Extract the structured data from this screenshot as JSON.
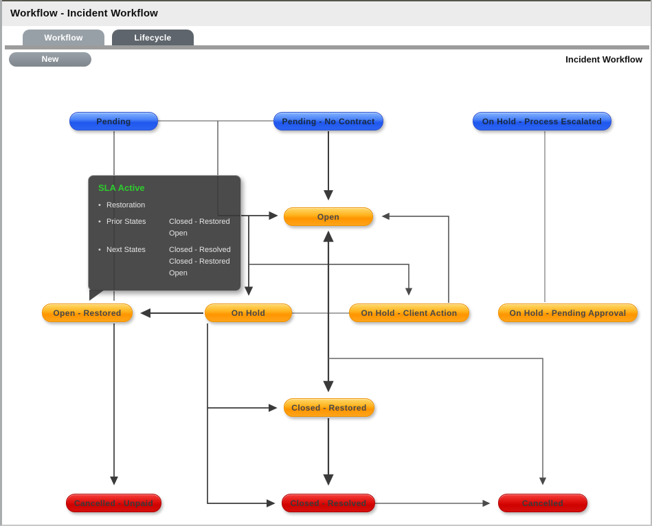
{
  "window": {
    "title": "Workflow - Incident Workflow"
  },
  "tabs": [
    {
      "label": "Workflow",
      "active": true
    },
    {
      "label": "Lifecycle",
      "active": false
    }
  ],
  "toolbar": {
    "new_button": "New",
    "context_label": "Incident Workflow"
  },
  "tooltip": {
    "title": "SLA Active",
    "title_color": "#2ecc2e",
    "rows": [
      {
        "label": "Restoration",
        "values": []
      },
      {
        "label": "Prior States",
        "values": [
          "Closed - Restored",
          "Open"
        ]
      },
      {
        "label": "Next States",
        "values": [
          "Closed - Resolved",
          "Closed - Restored",
          "Open"
        ]
      }
    ]
  },
  "diagram": {
    "node_colors": {
      "entry_blue": "#2b64f2",
      "active_orange": "#ff9900",
      "exit_red": "#d40b08"
    },
    "nodes": [
      {
        "id": "pending",
        "label": "Pending",
        "type": "entry"
      },
      {
        "id": "pending-no-contract",
        "label": "Pending - No Contract",
        "type": "entry"
      },
      {
        "id": "on-hold-process-escalated",
        "label": "On Hold - Process Escalated",
        "type": "entry"
      },
      {
        "id": "open",
        "label": "Open",
        "type": "active"
      },
      {
        "id": "open-restored",
        "label": "Open - Restored",
        "type": "active"
      },
      {
        "id": "on-hold",
        "label": "On Hold",
        "type": "active"
      },
      {
        "id": "on-hold-client-action",
        "label": "On Hold - Client Action",
        "type": "active"
      },
      {
        "id": "on-hold-pending-approval",
        "label": "On Hold - Pending Approval",
        "type": "active"
      },
      {
        "id": "closed-restored",
        "label": "Closed - Restored",
        "type": "active"
      },
      {
        "id": "cancelled-unpaid",
        "label": "Cancelled - Unpaid",
        "type": "exit"
      },
      {
        "id": "closed-resolved",
        "label": "Closed - Resolved",
        "type": "exit"
      },
      {
        "id": "cancelled",
        "label": "Cancelled",
        "type": "exit"
      }
    ]
  }
}
